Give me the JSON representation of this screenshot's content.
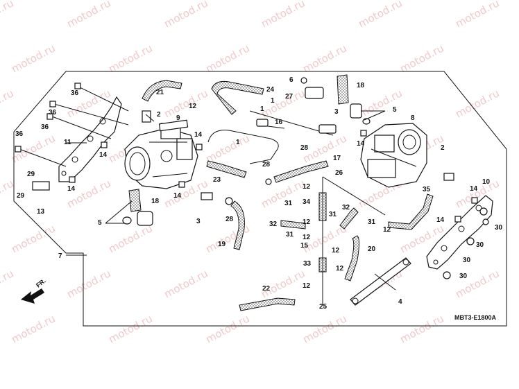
{
  "diagram": {
    "code": "MBT3-E1800A",
    "direction_label": "FR.",
    "watermark": "motod.ru",
    "labels": [
      {
        "id": "l1a",
        "text": "1"
      },
      {
        "id": "l1b",
        "text": "1"
      },
      {
        "id": "l1c",
        "text": "1"
      },
      {
        "id": "l2a",
        "text": "2"
      },
      {
        "id": "l2b",
        "text": "2"
      },
      {
        "id": "l3a",
        "text": "3"
      },
      {
        "id": "l3b",
        "text": "3"
      },
      {
        "id": "l4",
        "text": "4"
      },
      {
        "id": "l5a",
        "text": "5"
      },
      {
        "id": "l5b",
        "text": "5"
      },
      {
        "id": "l6",
        "text": "6"
      },
      {
        "id": "l7",
        "text": "7"
      },
      {
        "id": "l8",
        "text": "8"
      },
      {
        "id": "l9",
        "text": "9"
      },
      {
        "id": "l10",
        "text": "10"
      },
      {
        "id": "l11",
        "text": "11"
      },
      {
        "id": "l12a",
        "text": "12"
      },
      {
        "id": "l12b",
        "text": "12"
      },
      {
        "id": "l12c",
        "text": "12"
      },
      {
        "id": "l12d",
        "text": "12"
      },
      {
        "id": "l12e",
        "text": "12"
      },
      {
        "id": "l12f",
        "text": "12"
      },
      {
        "id": "l12g",
        "text": "12"
      },
      {
        "id": "l12h",
        "text": "12"
      },
      {
        "id": "l13",
        "text": "13"
      },
      {
        "id": "l14a",
        "text": "14"
      },
      {
        "id": "l14b",
        "text": "14"
      },
      {
        "id": "l14c",
        "text": "14"
      },
      {
        "id": "l14d",
        "text": "14"
      },
      {
        "id": "l14e",
        "text": "14"
      },
      {
        "id": "l14f",
        "text": "14"
      },
      {
        "id": "l14g",
        "text": "14"
      },
      {
        "id": "l15",
        "text": "15"
      },
      {
        "id": "l16",
        "text": "16"
      },
      {
        "id": "l17",
        "text": "17"
      },
      {
        "id": "l18a",
        "text": "18"
      },
      {
        "id": "l18b",
        "text": "18"
      },
      {
        "id": "l19",
        "text": "19"
      },
      {
        "id": "l20",
        "text": "20"
      },
      {
        "id": "l21",
        "text": "21"
      },
      {
        "id": "l22",
        "text": "22"
      },
      {
        "id": "l23",
        "text": "23"
      },
      {
        "id": "l24",
        "text": "24"
      },
      {
        "id": "l25",
        "text": "25"
      },
      {
        "id": "l26",
        "text": "26"
      },
      {
        "id": "l27",
        "text": "27"
      },
      {
        "id": "l28a",
        "text": "28"
      },
      {
        "id": "l28b",
        "text": "28"
      },
      {
        "id": "l28c",
        "text": "28"
      },
      {
        "id": "l29a",
        "text": "29"
      },
      {
        "id": "l29b",
        "text": "29"
      },
      {
        "id": "l30a",
        "text": "30"
      },
      {
        "id": "l30b",
        "text": "30"
      },
      {
        "id": "l30c",
        "text": "30"
      },
      {
        "id": "l30d",
        "text": "30"
      },
      {
        "id": "l31a",
        "text": "31"
      },
      {
        "id": "l31b",
        "text": "31"
      },
      {
        "id": "l31c",
        "text": "31"
      },
      {
        "id": "l31d",
        "text": "31"
      },
      {
        "id": "l32a",
        "text": "32"
      },
      {
        "id": "l32b",
        "text": "32"
      },
      {
        "id": "l33",
        "text": "33"
      },
      {
        "id": "l34",
        "text": "34"
      },
      {
        "id": "l35",
        "text": "35"
      },
      {
        "id": "l36a",
        "text": "36"
      },
      {
        "id": "l36b",
        "text": "36"
      },
      {
        "id": "l36c",
        "text": "36"
      },
      {
        "id": "l36d",
        "text": "36"
      }
    ]
  }
}
